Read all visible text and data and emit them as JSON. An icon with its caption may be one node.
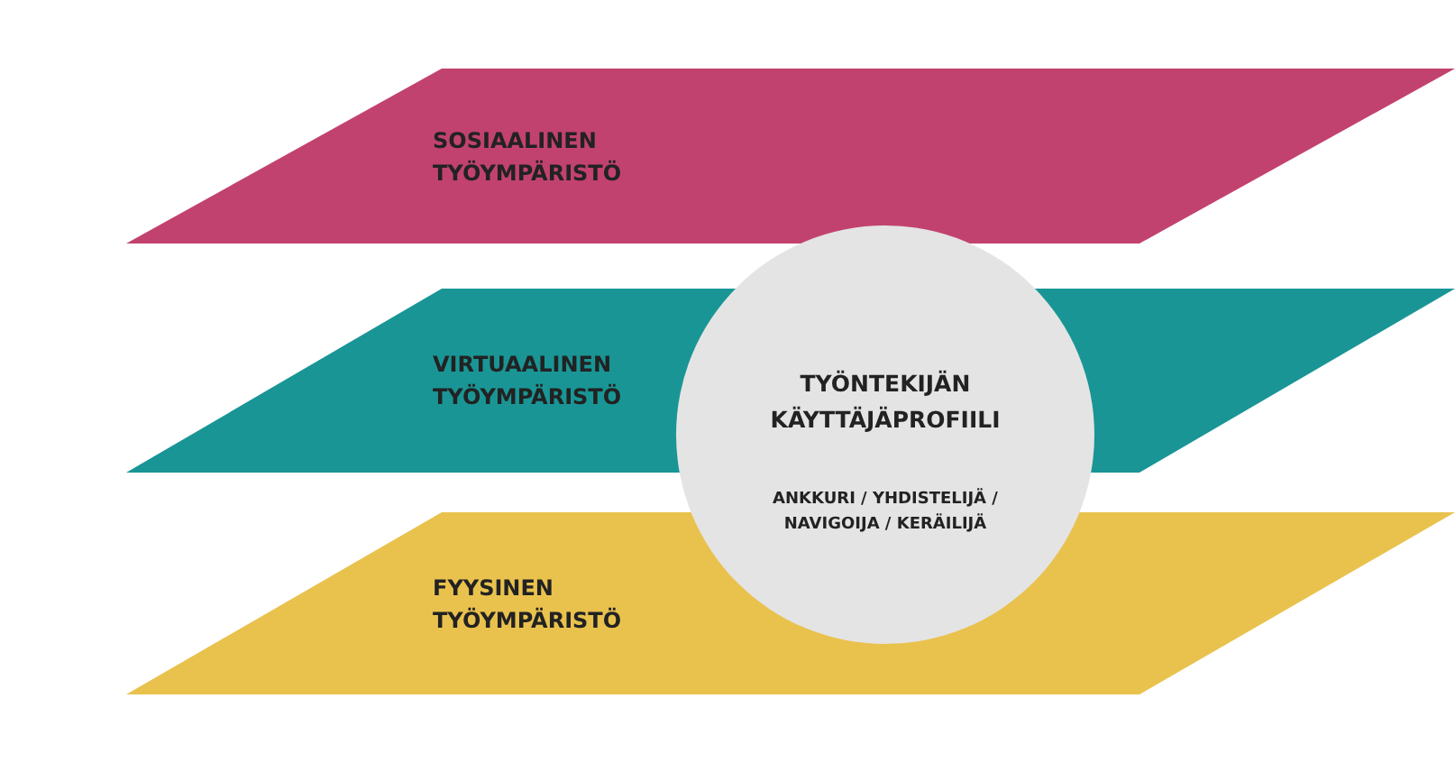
{
  "diagram": {
    "nodes": [
      {
        "text": [
          "SOSIAALINEN TYÖYMPÄRISTÖ"
        ]
      },
      {
        "text": [
          "VIRTUAALINEN TYÖYMPÄRISTÖ"
        ]
      },
      {
        "text": [
          "FYYSINEN TYÖYMPÄRISTÖ"
        ]
      },
      {
        "text": [
          "TYÖNTEKIJÄN KÄYTTÄJÄPROFIILI",
          "ANKKURI / YHDISTELIJÄ / NAVIGOIJA / KERÄILIJÄ"
        ]
      }
    ]
  }
}
